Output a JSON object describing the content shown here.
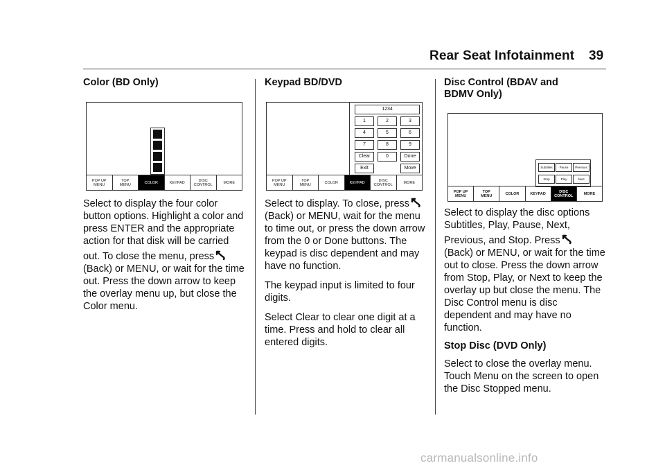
{
  "header": {
    "title": "Rear Seat Infotainment",
    "page_number": "39"
  },
  "col1": {
    "heading": "Color (BD Only)",
    "menu": [
      {
        "label": "POP UP\nMENU",
        "active": false
      },
      {
        "label": "TOP\nMENU",
        "active": false
      },
      {
        "label": "COLOR",
        "active": true
      },
      {
        "label": "KEYPAD",
        "active": false
      },
      {
        "label": "DISC\nCONTROL",
        "active": false
      },
      {
        "label": "MORE",
        "active": false
      }
    ],
    "body_lines": [
      "Select to display the four color",
      "button options. Highlight a color and",
      "press ENTER and the appropriate",
      "action for that disk will be carried",
      "out. To close the menu, press",
      "(Back) or MENU, or wait for the time",
      "out. Press the down arrow to keep",
      "the overlay menu up, but close the",
      "Color menu."
    ]
  },
  "col2": {
    "heading": "Keypad BD/DVD",
    "keypad": {
      "display": "1234",
      "keys": [
        "1",
        "2",
        "3",
        "4",
        "5",
        "6",
        "7",
        "8",
        "9",
        "Clear",
        "0",
        "Done"
      ],
      "exit": "Exit",
      "move": "Move"
    },
    "menu": [
      {
        "label": "POP UP\nMENU",
        "active": false
      },
      {
        "label": "TOP\nMENU",
        "active": false
      },
      {
        "label": "COLOR",
        "active": false
      },
      {
        "label": "KEYPAD",
        "active": true
      },
      {
        "label": "DISC\nCONTROL",
        "active": false
      },
      {
        "label": "MORE",
        "active": false
      }
    ],
    "p1_lines": [
      "Select to display. To close, press",
      "(Back) or MENU, wait for the menu",
      "to time out, or press the down arrow",
      "from the 0 or Done buttons. The",
      "keypad is disc dependent and may",
      "have no function."
    ],
    "p2_lines": [
      "The keypad input is limited to four",
      "digits."
    ],
    "p3_lines": [
      "Select Clear to clear one digit at a",
      "time. Press and hold to clear all",
      "entered digits."
    ]
  },
  "col3": {
    "heading_lines": [
      "Disc Control (BDAV and",
      "BDMV Only)"
    ],
    "overlay_buttons": [
      "Subtitles",
      "Pause",
      "Previous",
      "Stop",
      "Play",
      "Next"
    ],
    "menu": [
      {
        "label": "POP UP\nMENU",
        "active": false
      },
      {
        "label": "TOP\nMENU",
        "active": false
      },
      {
        "label": "COLOR",
        "active": false
      },
      {
        "label": "KEYPAD",
        "active": false
      },
      {
        "label": "DISC\nCONTROL",
        "active": true
      },
      {
        "label": "MORE",
        "active": false
      }
    ],
    "p1_lines": [
      "Select to display the disc options",
      "Subtitles, Play, Pause, Next,",
      "Previous, and Stop. Press",
      "(Back) or MENU, or wait for the time",
      "out to close. Press the down arrow",
      "from Stop, Play, or Next to keep the",
      "overlay up but close the menu. The",
      "Disc Control menu is disc",
      "dependent and may have no",
      "function."
    ],
    "heading2": "Stop Disc (DVD Only)",
    "p2_lines": [
      "Select to close the overlay menu.",
      "Touch Menu on the screen to open",
      "the Disc Stopped menu."
    ]
  },
  "watermark": "carmanualsonline.info",
  "icons": {
    "back": "back-arrow-icon"
  }
}
